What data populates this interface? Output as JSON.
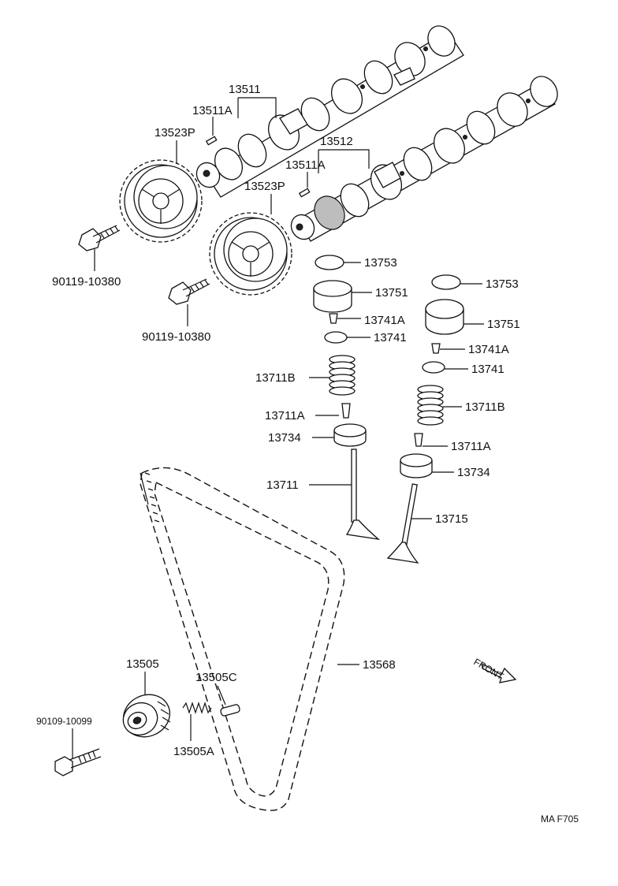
{
  "labels": {
    "p13511": "13511",
    "p13511A_1": "13511A",
    "p13523P_1": "13523P",
    "p13512": "13512",
    "p13511A_2": "13511A",
    "p13523P_2": "13523P",
    "bolt1": "90119-10380",
    "bolt2": "90119-10380",
    "p13753_1": "13753",
    "p13751_1": "13751",
    "p13741A_1": "13741A",
    "p13741_1": "13741",
    "p13711B_1": "13711B",
    "p13711A_1": "13711A",
    "p13734_1": "13734",
    "p13711": "13711",
    "p13753_2": "13753",
    "p13751_2": "13751",
    "p13741A_2": "13741A",
    "p13741_2": "13741",
    "p13711B_2": "13711B",
    "p13711A_2": "13711A",
    "p13734_2": "13734",
    "p13715": "13715",
    "p13505": "13505",
    "p13505C": "13505C",
    "p13505A": "13505A",
    "bolt3": "90109-10099",
    "p13568": "13568",
    "front": "FRONT",
    "code": "MA  F705"
  }
}
